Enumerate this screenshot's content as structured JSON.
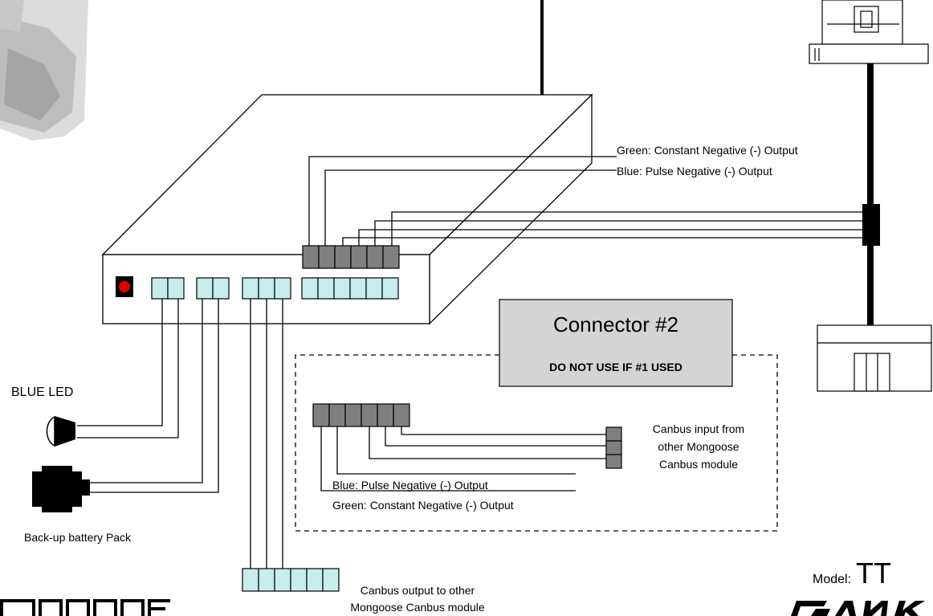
{
  "labels": {
    "green_top": "Green: Constant Negative (-) Output",
    "blue_top": "Blue: Pulse Negative (-) Output",
    "connector_title": "Connector #2",
    "connector_warning": "DO NOT USE IF #1 USED",
    "blue_led": "BLUE LED",
    "backup_battery": "Back-up battery Pack",
    "canbus_input_1": "Canbus input from",
    "canbus_input_2": "other Mongoose",
    "canbus_input_3": "Canbus  module",
    "blue_bottom": "Blue: Pulse Negative (-) Output",
    "green_bottom": "Green: Constant Negative (-) Output",
    "canbus_output_1": "Canbus output to other",
    "canbus_output_2": "Mongoose  Canbus module",
    "model_prefix": "Model:",
    "model_value": "TT"
  },
  "colors": {
    "connector_dark": "#7f7f7f",
    "connector_light": "#c6ecec",
    "box_gray": "#d4d4d4",
    "led_red": "#e00000"
  }
}
